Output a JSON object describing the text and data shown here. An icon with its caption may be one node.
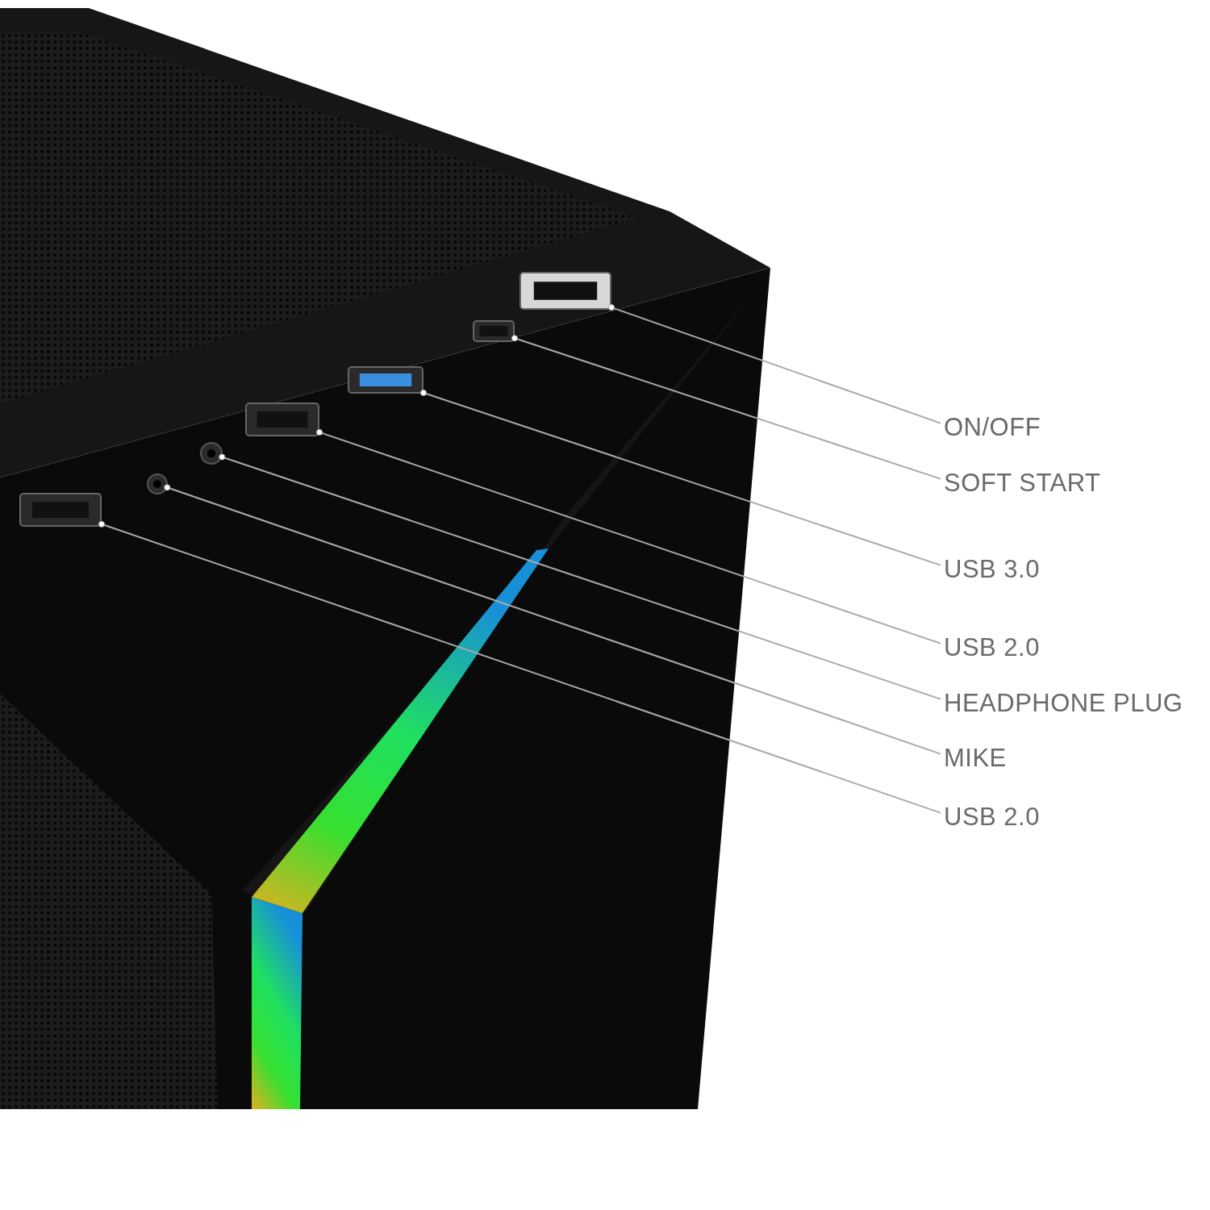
{
  "diagram": {
    "nodes": [
      {
        "text": [
          "ON/OFF"
        ]
      },
      {
        "text": [
          "SOFT START"
        ]
      },
      {
        "text": [
          "USB 3.0"
        ]
      },
      {
        "text": [
          "USB 2.0"
        ]
      },
      {
        "text": [
          "HEADPHONE PLUG"
        ]
      },
      {
        "text": [
          "MIKE"
        ]
      },
      {
        "text": [
          "USB 2.0"
        ]
      },
      {
        "text": [],
        "shape": "box"
      },
      {
        "text": [],
        "shape": "circle"
      },
      {
        "text": [],
        "shape": "circle"
      },
      {
        "text": [],
        "shape": "box"
      },
      {
        "text": [],
        "shape": "box"
      },
      {
        "text": [],
        "shape": "box"
      },
      {
        "text": [],
        "shape": "box"
      }
    ],
    "edges": [
      {
        "from": 0,
        "to": 13,
        "arrow": "other"
      },
      {
        "from": 1,
        "to": 12,
        "arrow": "other"
      },
      {
        "from": 2,
        "to": 11,
        "arrow": "other"
      },
      {
        "from": 3,
        "to": 10,
        "arrow": "other"
      },
      {
        "from": 4,
        "to": 9,
        "arrow": "other"
      },
      {
        "from": 5,
        "to": 8,
        "arrow": "other"
      },
      {
        "from": 6,
        "to": 7,
        "arrow": "other"
      }
    ]
  }
}
